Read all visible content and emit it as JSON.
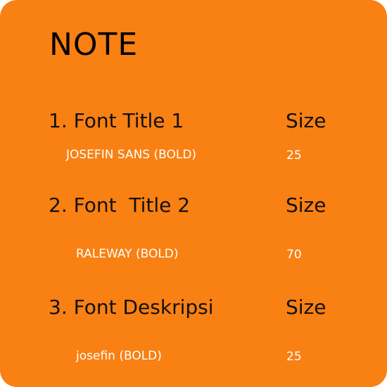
{
  "card": {
    "title": "NOTE",
    "background_color": "#f98012"
  },
  "rows": [
    {
      "heading": "1. Font Title 1",
      "size_label": "Size",
      "font": "JOSEFIN SANS (BOLD)",
      "size_value": "25"
    },
    {
      "heading": "2. Font  Title 2",
      "size_label": "Size",
      "font": "RALEWAY (BOLD)",
      "size_value": "70"
    },
    {
      "heading": "3. Font Deskripsi",
      "size_label": "Size",
      "font": "josefin (BOLD)",
      "size_value": "25"
    }
  ]
}
